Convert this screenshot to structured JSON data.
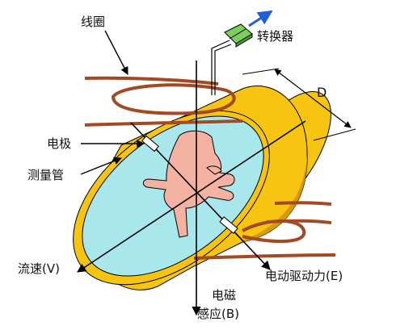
{
  "labels": {
    "coil": "线圈",
    "converter": "转换器",
    "electrode": "电极",
    "measuring_tube": "测量管",
    "flow_velocity": "流速(V)",
    "induced_emf": "电动驱动力(E)",
    "flux_line1": "电磁",
    "flux_line2": "感应(B)",
    "diameter": "D"
  },
  "colors": {
    "pipe_body": "#f7c412",
    "pipe_shadow": "#d89a00",
    "fluid": "#a8e8ec",
    "coil": "#a34a24",
    "hand": "#f4b3a2",
    "converter": "#7ccf5a",
    "signal_arrow": "#1f5fd6",
    "outline": "#000000"
  }
}
